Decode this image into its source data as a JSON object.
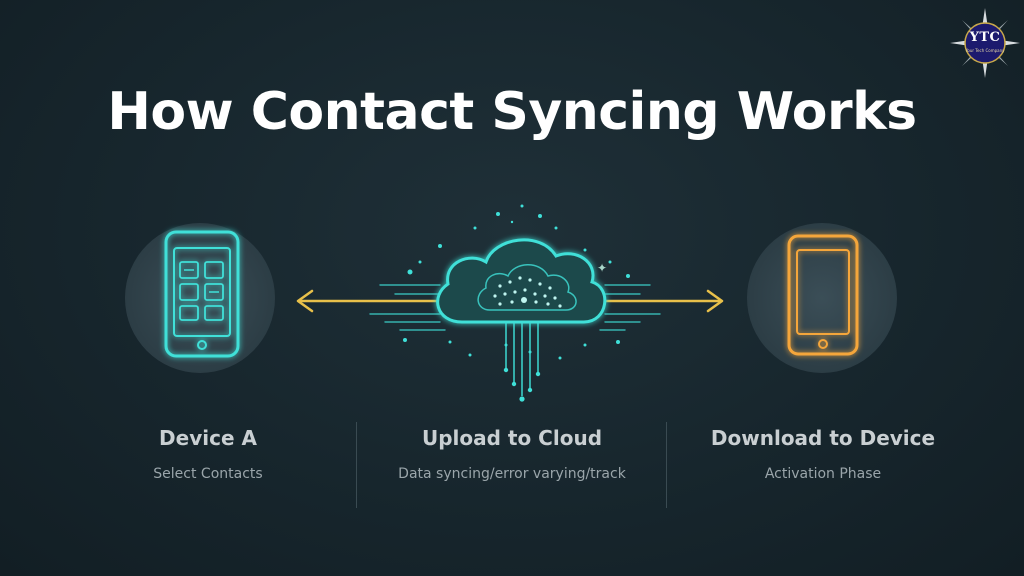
{
  "title": "How Contact Syncing Works",
  "logo": {
    "text": "YTC",
    "subtitle": "Your Tech Company"
  },
  "columns": [
    {
      "heading": "Device A",
      "subtitle": "Select Contacts"
    },
    {
      "heading": "Upload to Cloud",
      "subtitle": "Data syncing/error varying/track"
    },
    {
      "heading": "Download to Device",
      "subtitle": "Activation Phase"
    }
  ],
  "colors": {
    "background": "#17262d",
    "cyan_accent": "#3fe0d8",
    "orange_accent": "#f5a63a",
    "arrow_yellow": "#e8c04a"
  },
  "icons": {
    "device_a": "smartphone-grid-icon",
    "cloud": "cloud-data-icon",
    "device_b": "smartphone-icon"
  }
}
